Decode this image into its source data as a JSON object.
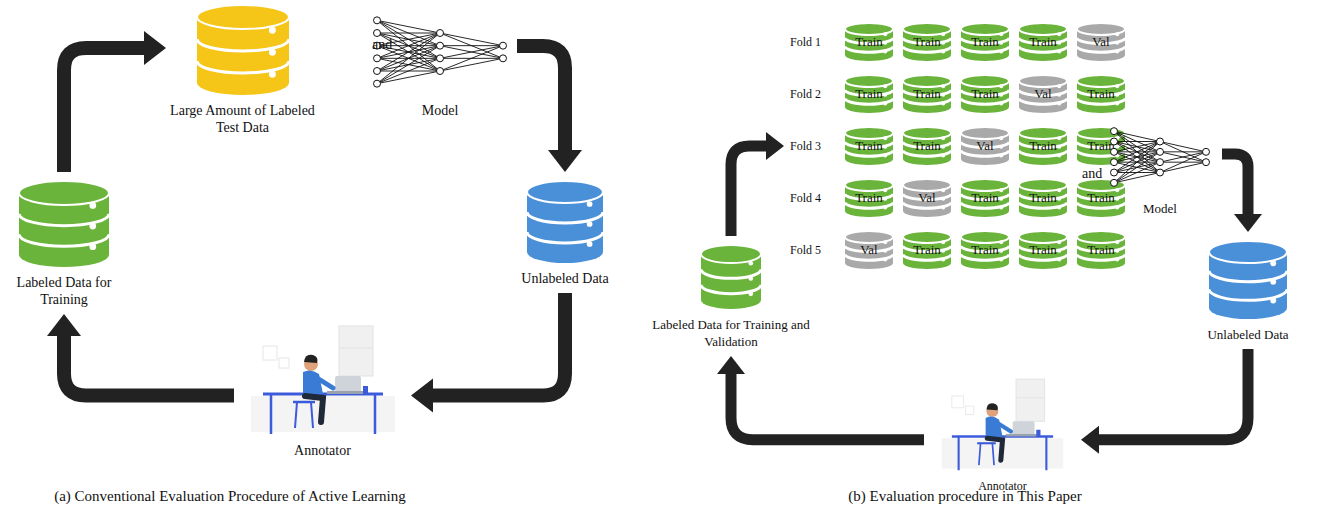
{
  "diagram": {
    "nodes": [
      {
        "text": [
          "Large Amount of Labeled Test Data"
        ]
      },
      {
        "text": [
          "Model"
        ]
      },
      {
        "text": [
          "Unlabeled Data"
        ]
      },
      {
        "text": [
          "Annotator"
        ]
      },
      {
        "text": [
          "Labeled Data for Training"
        ]
      },
      {
        "text": [
          "Labeled Data for Training and Validation"
        ]
      },
      {
        "text": [
          "Train"
        ]
      },
      {
        "text": [
          "Train"
        ]
      },
      {
        "text": [
          "Train"
        ]
      },
      {
        "text": [
          "Train"
        ]
      },
      {
        "text": [
          "Val"
        ]
      },
      {
        "text": [
          "Train"
        ]
      },
      {
        "text": [
          "Train"
        ]
      },
      {
        "text": [
          "Train"
        ]
      },
      {
        "text": [
          "Val"
        ]
      },
      {
        "text": [
          "Train"
        ]
      },
      {
        "text": [
          "Train"
        ]
      },
      {
        "text": [
          "Train"
        ]
      },
      {
        "text": [
          "Val"
        ]
      },
      {
        "text": [
          "Train"
        ]
      },
      {
        "text": [
          "Train"
        ]
      },
      {
        "text": [
          "Train"
        ]
      },
      {
        "text": [
          "Val"
        ]
      },
      {
        "text": [
          "Train"
        ]
      },
      {
        "text": [
          "Train"
        ]
      },
      {
        "text": [
          "Train"
        ]
      },
      {
        "text": [
          "Val"
        ]
      },
      {
        "text": [
          "Train"
        ]
      },
      {
        "text": [
          "Train"
        ]
      },
      {
        "text": [
          "Train"
        ]
      },
      {
        "text": [
          "Train"
        ]
      },
      {
        "text": [
          "Model"
        ]
      },
      {
        "text": [
          "Unlabeled Data"
        ]
      },
      {
        "text": [
          "Annotator"
        ]
      }
    ],
    "edges": [
      {
        "from": 4,
        "to": 0,
        "arrow": "to"
      },
      {
        "from": 1,
        "to": 2,
        "arrow": "to"
      },
      {
        "from": 2,
        "to": 3,
        "arrow": "to"
      },
      {
        "from": 3,
        "to": 4,
        "arrow": "to"
      },
      {
        "from": 5,
        "to": 16,
        "arrow": "to"
      },
      {
        "from": 31,
        "to": 32,
        "arrow": "to"
      },
      {
        "from": 32,
        "to": 33,
        "arrow": "to"
      },
      {
        "from": 33,
        "to": 5,
        "arrow": "to"
      }
    ],
    "labels": [
      "and",
      "(a) Conventional Evaluation Procedure of Active Learning",
      "Fold 1",
      "Fold 2",
      "Fold 3",
      "Fold 4",
      "Fold 5",
      "and",
      "(b) Evaluation procedure in This Paper"
    ]
  }
}
